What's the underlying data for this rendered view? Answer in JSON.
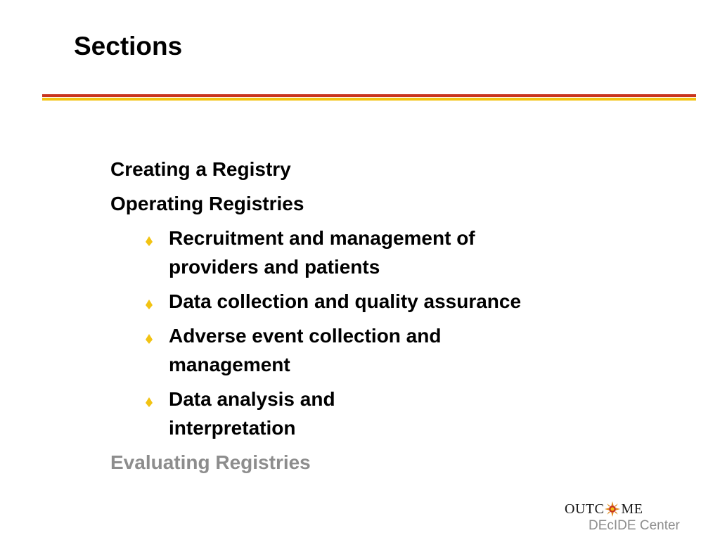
{
  "slide": {
    "title": "Sections",
    "outline": {
      "item1": "Creating a Registry",
      "item2": "Operating Registries",
      "subitems": [
        {
          "line1": "Recruitment and management of",
          "line2": "providers and patients"
        },
        {
          "line1": "Data collection and quality assurance",
          "line2": ""
        },
        {
          "line1": "Adverse event collection and",
          "line2": "management"
        },
        {
          "line1": "Data analysis and",
          "line2": "interpretation"
        }
      ],
      "item3": "Evaluating Registries"
    }
  },
  "logo": {
    "top_left": "OUTC",
    "top_right": "ME",
    "bottom": "DEcIDE Center"
  },
  "colors": {
    "rule_red": "#c8341e",
    "rule_yellow": "#f2c313",
    "bullet": "#f2c313",
    "dimmed_text": "#8d8d8d"
  },
  "icons": {
    "bullet": "diamond-bullet-icon",
    "logo_sun": "sun-icon"
  }
}
